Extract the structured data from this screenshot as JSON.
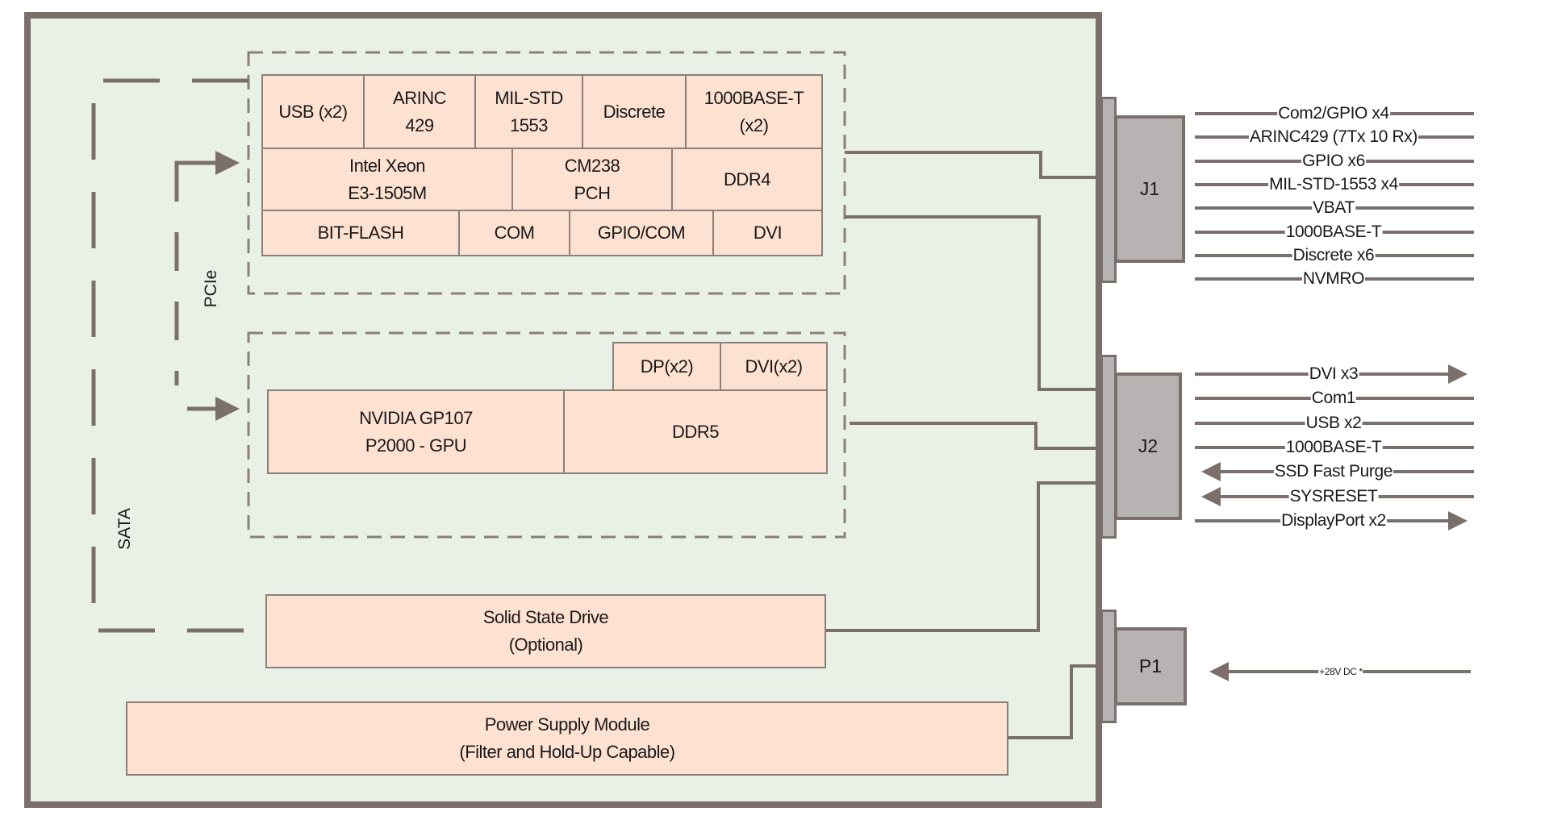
{
  "colors": {
    "enclosure_fill": "#e9f0e6",
    "frame": "#7b6f6c",
    "block_fill": "#fde1d1",
    "block_border": "#8a7f7b",
    "connector_fill": "#b7b3b2",
    "wire": "#7b6f6c"
  },
  "bus_labels": {
    "pcie": "PCIe",
    "sata": "SATA"
  },
  "cpu_module": {
    "row1": [
      "USB (x2)",
      "ARINC\n429",
      "MIL-STD\n1553",
      "Discrete",
      "1000BASE-T\n(x2)"
    ],
    "row2": [
      "Intel Xeon\nE3-1505M",
      "CM238\nPCH",
      "DDR4"
    ],
    "row3": [
      "BIT-FLASH",
      "COM",
      "GPIO/COM",
      "DVI"
    ]
  },
  "gpu_module": {
    "outputs": [
      "DP(x2)",
      "DVI(x2)"
    ],
    "gpu": "NVIDIA GP107\nP2000 - GPU",
    "memory": "DDR5"
  },
  "ssd": {
    "label": "Solid State Drive\n(Optional)"
  },
  "psu": {
    "label": "Power Supply Module\n(Filter and Hold-Up Capable)"
  },
  "connectors": [
    {
      "name": "J1",
      "signals": [
        {
          "label": "Com2/GPIO x4",
          "direction": "none"
        },
        {
          "label": "ARINC429 (7Tx 10 Rx)",
          "direction": "none"
        },
        {
          "label": "GPIO x6",
          "direction": "none"
        },
        {
          "label": "MIL-STD-1553 x4",
          "direction": "none"
        },
        {
          "label": "VBAT",
          "direction": "none"
        },
        {
          "label": "1000BASE-T",
          "direction": "none"
        },
        {
          "label": "Discrete x6",
          "direction": "none"
        },
        {
          "label": "NVMRO",
          "direction": "none"
        }
      ]
    },
    {
      "name": "J2",
      "signals": [
        {
          "label": "DVI x3",
          "direction": "out"
        },
        {
          "label": "Com1",
          "direction": "none"
        },
        {
          "label": "USB x2",
          "direction": "none"
        },
        {
          "label": "1000BASE-T",
          "direction": "none"
        },
        {
          "label": "SSD Fast Purge",
          "direction": "in"
        },
        {
          "label": "SYSRESET",
          "direction": "in"
        },
        {
          "label": "DisplayPort x2",
          "direction": "out"
        }
      ]
    },
    {
      "name": "P1",
      "signals": [
        {
          "label": "+28V DC *",
          "direction": "in"
        }
      ]
    }
  ]
}
